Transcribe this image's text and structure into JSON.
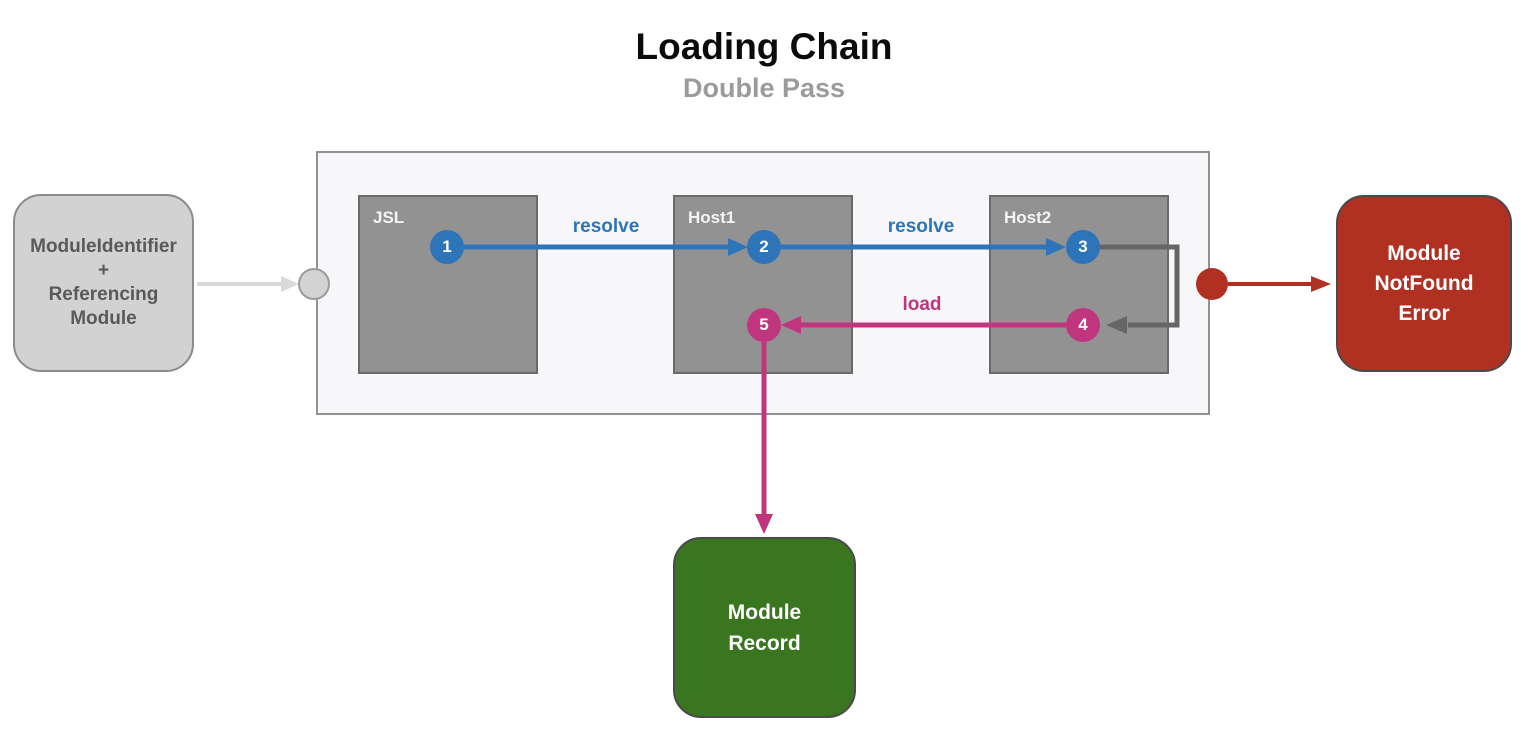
{
  "diagram": {
    "title": "Loading Chain",
    "subtitle": "Double Pass"
  },
  "nodes": {
    "input": {
      "label": "ModuleIdentifier\n+\nReferencing\nModule"
    },
    "jsl": {
      "label": "JSL"
    },
    "host1": {
      "label": "Host1"
    },
    "host2": {
      "label": "Host2"
    },
    "error": {
      "label": "Module\nNotFound\nError"
    },
    "record": {
      "label": "Module\nRecord"
    }
  },
  "steps": {
    "s1": "1",
    "s2": "2",
    "s3": "3",
    "s4": "4",
    "s5": "5"
  },
  "edges": {
    "resolve1": {
      "label": "resolve"
    },
    "resolve2": {
      "label": "resolve"
    },
    "load": {
      "label": "load"
    }
  },
  "colors": {
    "resolve_blue": "#2e74b9",
    "load_magenta": "#c0367e",
    "error_red": "#b03021",
    "record_green": "#3a7520",
    "realm_gray": "#929292",
    "input_gray": "#d2d2d2",
    "return_connector_gray": "#666666",
    "entry_arrow_gray": "#d9d9d9",
    "subtitle_gray": "#9b9b9b"
  }
}
